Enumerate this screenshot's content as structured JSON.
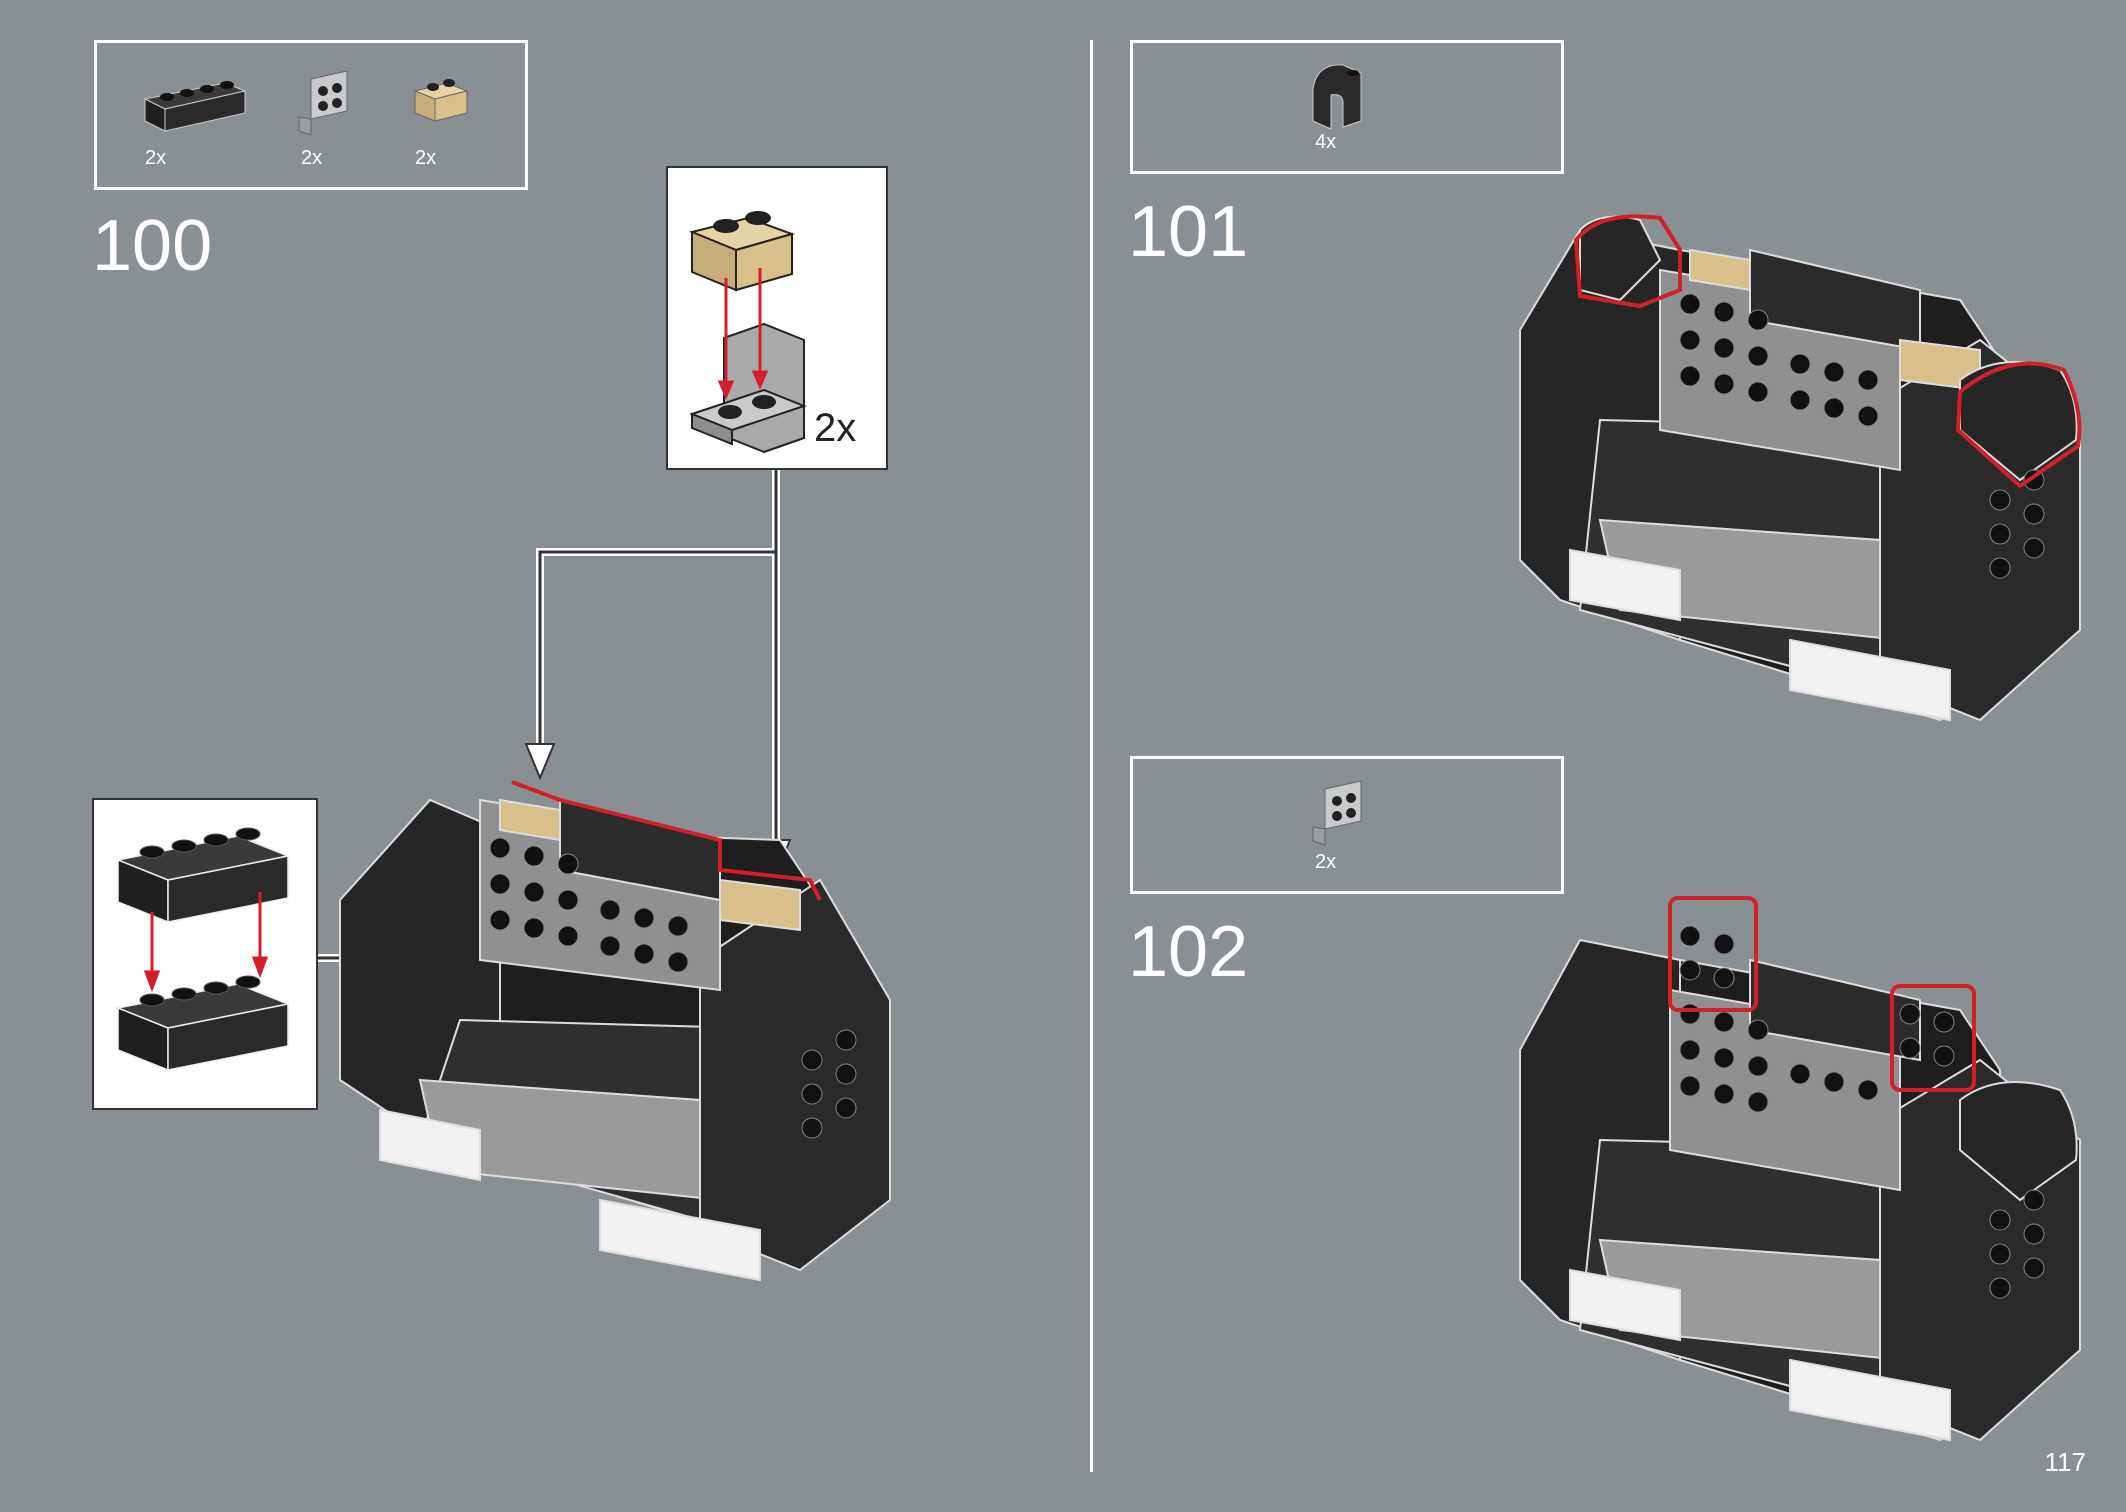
{
  "page": {
    "number": "117"
  },
  "colors": {
    "background": "#899093",
    "frame": "#ffffff",
    "highlight": "#d0202c",
    "brick_black": "#2a2a2a",
    "brick_gray": "#a9aaac",
    "brick_tan": "#d9c08a"
  },
  "steps": [
    {
      "number": "100",
      "parts": [
        {
          "icon": "black-1x4-brick-icon",
          "qty": "2x"
        },
        {
          "icon": "gray-bracket-plate-icon",
          "qty": "2x"
        },
        {
          "icon": "tan-1x2-brick-icon",
          "qty": "2x"
        }
      ],
      "callout_tan": {
        "qty": "2x"
      }
    },
    {
      "number": "101",
      "parts": [
        {
          "icon": "black-curved-slope-icon",
          "qty": "4x"
        }
      ]
    },
    {
      "number": "102",
      "parts": [
        {
          "icon": "gray-bracket-plate-icon",
          "qty": "2x"
        }
      ]
    }
  ]
}
